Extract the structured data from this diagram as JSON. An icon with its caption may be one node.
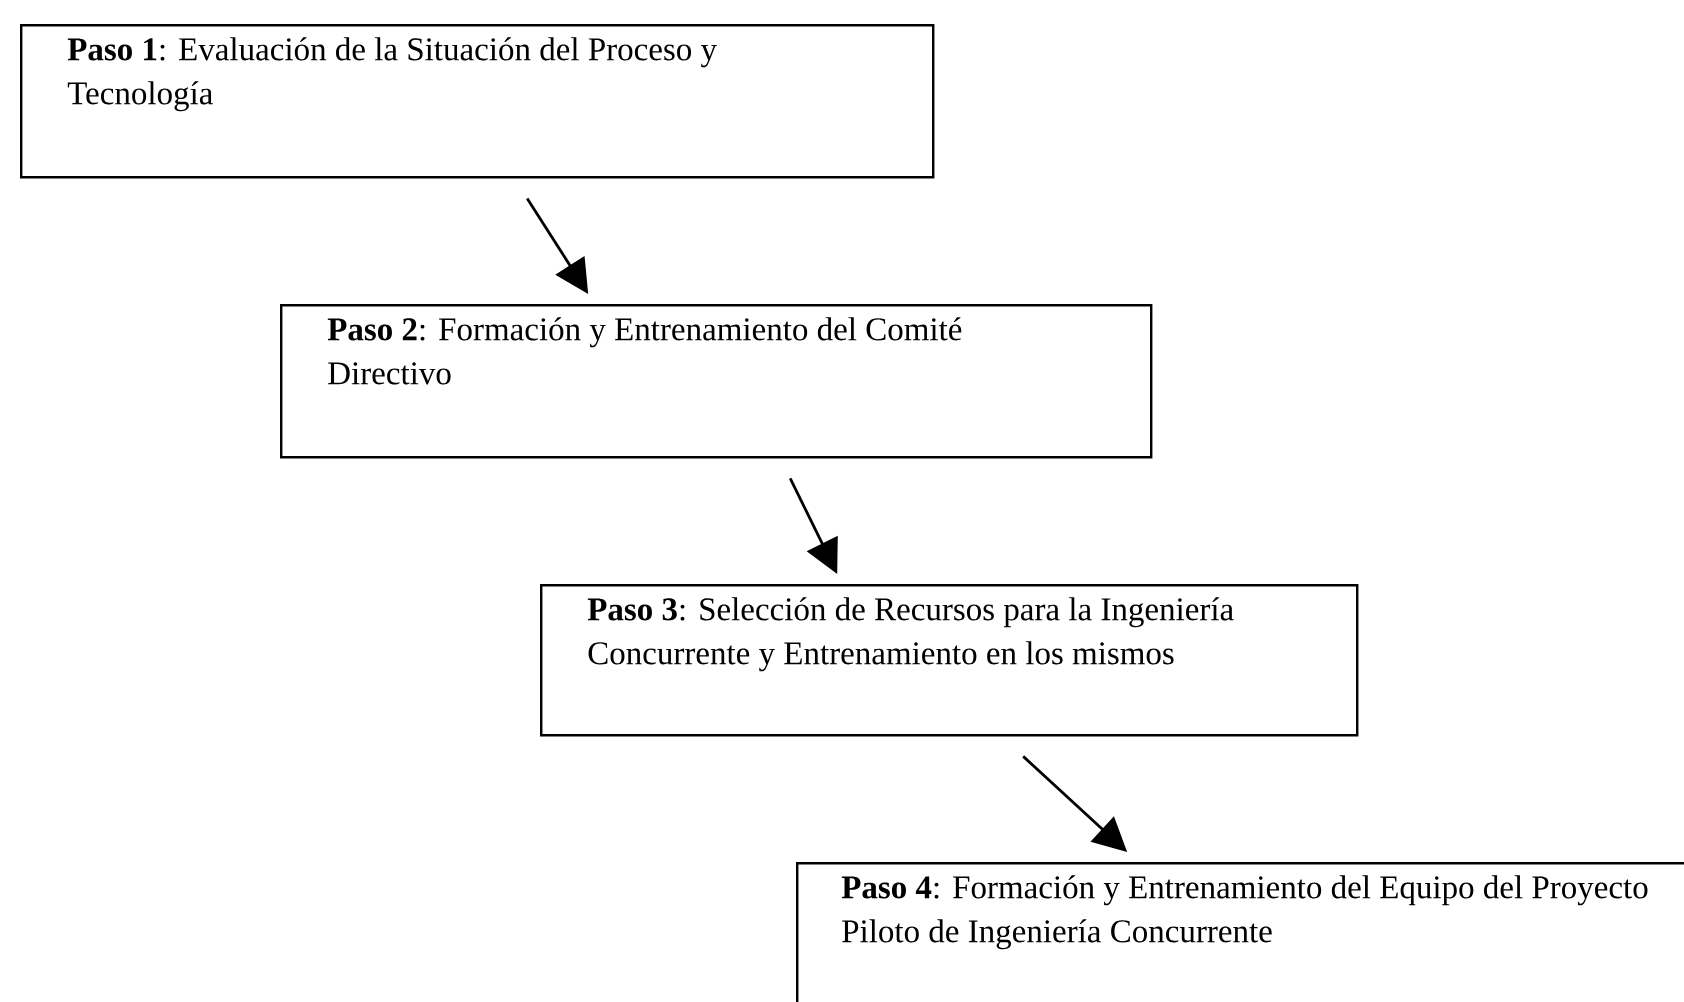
{
  "diagram": {
    "nodes": [
      {
        "text": [
          "**Paso 1**: Evaluación de la Situación del Proceso y Tecnología"
        ]
      },
      {
        "text": [
          "**Paso 2**: Formación y Entrenamiento del Comité Directivo"
        ]
      },
      {
        "text": [
          "**Paso 3**: Selección de Recursos para la Ingeniería Concurrente y Entrenamiento en los mismos"
        ]
      },
      {
        "text": [
          "**Paso 4**: Formación y Entrenamiento del Equipo del Proyecto Piloto de Ingeniería Concurrente"
        ]
      }
    ],
    "edges": [
      {
        "from": 0,
        "to": 1,
        "arrow": "to"
      },
      {
        "from": 1,
        "to": 2,
        "arrow": "to"
      },
      {
        "from": 2,
        "to": 3,
        "arrow": "to"
      }
    ]
  }
}
